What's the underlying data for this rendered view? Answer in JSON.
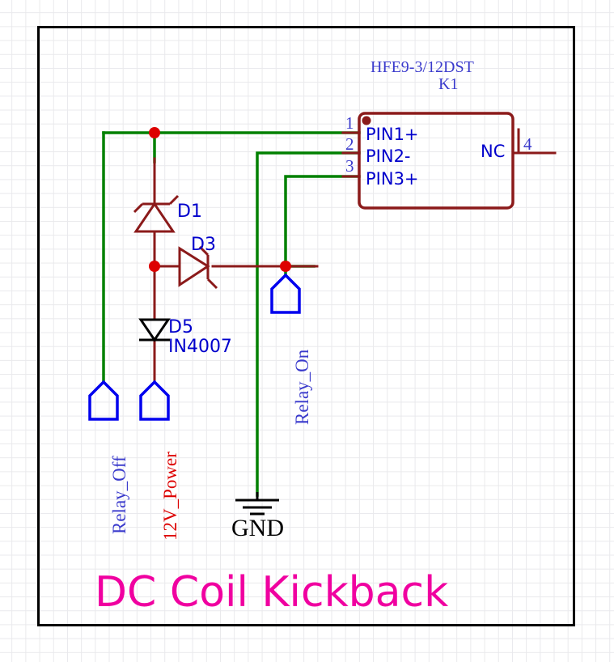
{
  "sheet": {
    "title": "DC Coil Kickback",
    "title_color": "#f000a0",
    "border_color": "#000000",
    "background": "#ffffff",
    "grid_color": "#e9e9ec"
  },
  "colors": {
    "wire": "#008000",
    "component": "#8b1a1a",
    "junction": "#dd0000",
    "pin_label": "#0000cc",
    "port_outline": "#0000ee",
    "net_blue": "#3a3acc",
    "net_red": "#dd0000",
    "ground": "#000000"
  },
  "relay": {
    "part_number": "HFE9-3/12DST",
    "designator": "K1",
    "pins": [
      {
        "number": "1",
        "label": "PIN1+"
      },
      {
        "number": "2",
        "label": "PIN2-"
      },
      {
        "number": "3",
        "label": "PIN3+"
      },
      {
        "number": "4",
        "label": "NC"
      }
    ]
  },
  "components": [
    {
      "designator": "D1",
      "value": "",
      "type": "zener-diode"
    },
    {
      "designator": "D3",
      "value": "",
      "type": "zener-diode"
    },
    {
      "designator": "D5",
      "value": "IN4007",
      "type": "diode"
    }
  ],
  "ports": [
    {
      "name": "Relay_Off",
      "color": "#3a3acc"
    },
    {
      "name": "12V_Power",
      "color": "#dd0000"
    },
    {
      "name": "Relay_On",
      "color": "#3a3acc"
    }
  ],
  "ground": {
    "label": "GND"
  }
}
